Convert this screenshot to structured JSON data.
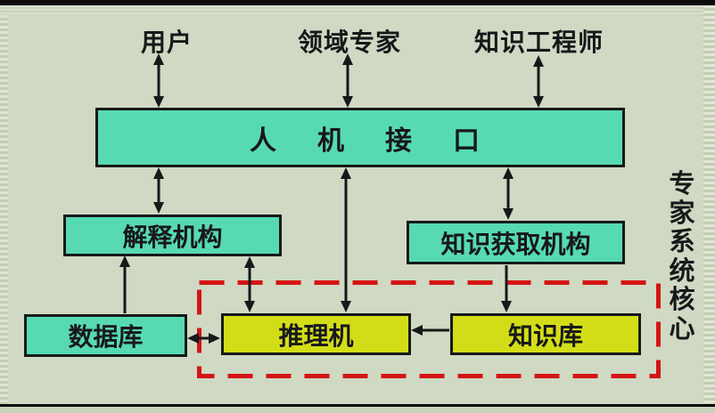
{
  "diagram": {
    "actors": [
      {
        "label": "用户"
      },
      {
        "label": "领域专家"
      },
      {
        "label": "知识工程师"
      }
    ],
    "boxes": [
      {
        "label": "人机接口"
      },
      {
        "label": "解释机构"
      },
      {
        "label": "知识获取机构"
      },
      {
        "label": "数据库"
      },
      {
        "label": "推理机"
      },
      {
        "label": "知识库"
      }
    ],
    "core_region_label": "专家系统核心"
  },
  "colors": {
    "background": "#cfd9c3",
    "frame_bar": "#0b0b0b",
    "box_cyan": "#57dab1",
    "box_yellow": "#d3dd17",
    "core_dashed_border": "#d41414",
    "line": "#17181a"
  }
}
